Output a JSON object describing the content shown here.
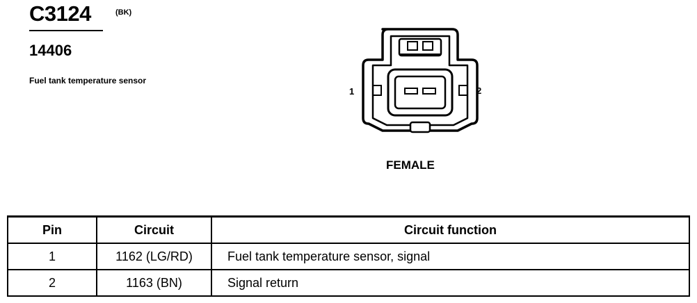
{
  "connector": {
    "id": "C3124",
    "color": "(BK)",
    "part_number": "14406",
    "description": "Fuel tank temperature sensor"
  },
  "diagram": {
    "pin_left": "1",
    "pin_right": "2",
    "gender": "FEMALE"
  },
  "table": {
    "headers": {
      "pin": "Pin",
      "circuit": "Circuit",
      "function": "Circuit function"
    },
    "rows": [
      {
        "pin": "1",
        "circuit": "1162 (LG/RD)",
        "function": "Fuel tank temperature sensor, signal"
      },
      {
        "pin": "2",
        "circuit": "1163 (BN)",
        "function": "Signal return"
      }
    ]
  }
}
